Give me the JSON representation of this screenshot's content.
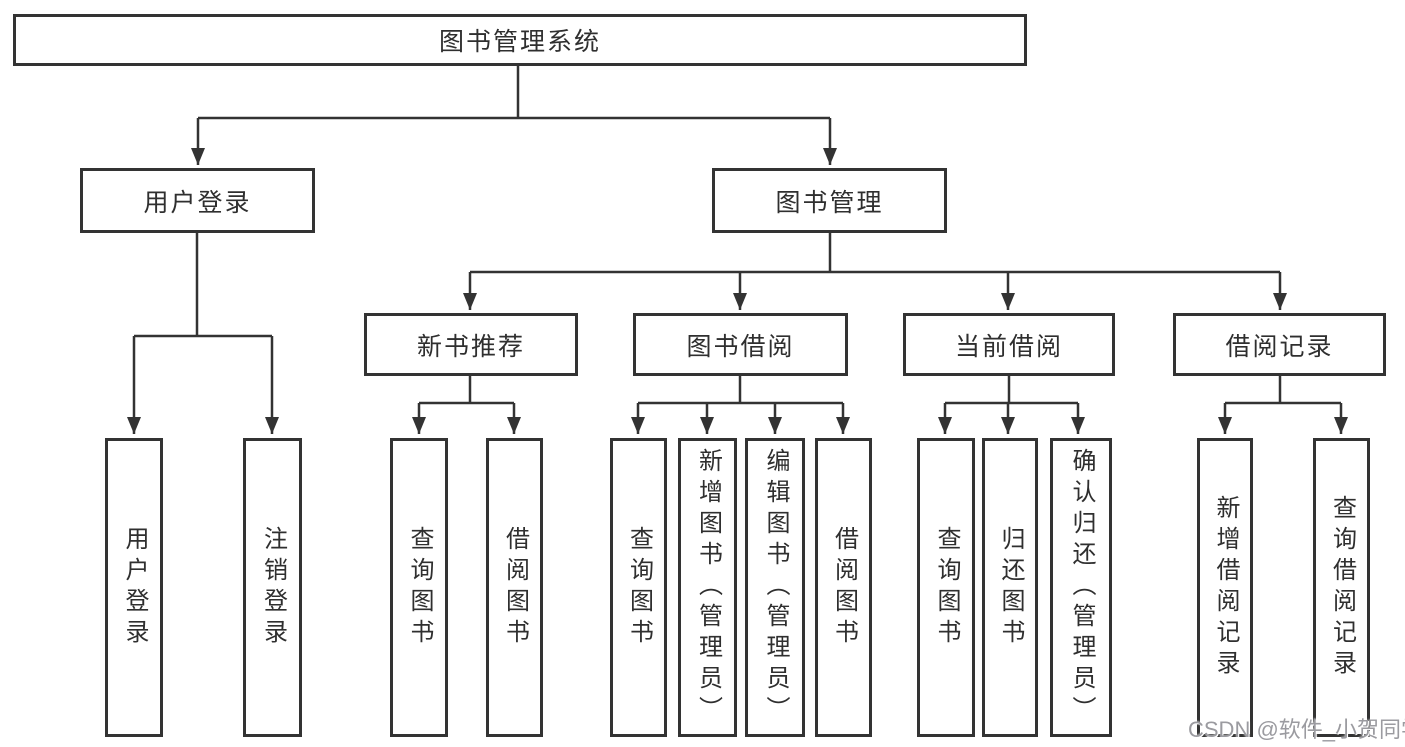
{
  "diagram_title": "图书管理系统",
  "nodes": {
    "root": "图书管理系统",
    "user_login": "用户登录",
    "book_management": "图书管理",
    "new_book_recommend": "新书推荐",
    "book_borrow": "图书借阅",
    "current_borrow": "当前借阅",
    "borrow_records": "借阅记录",
    "leaf_user_login": "用户登录",
    "leaf_logout": "注销登录",
    "leaf_query_book_a": "查询图书",
    "leaf_borrow_book_a": "借阅图书",
    "leaf_query_book_b": "查询图书",
    "leaf_add_book_admin": "新增图书（管理员）",
    "leaf_edit_book_admin": "编辑图书（管理员）",
    "leaf_borrow_book_b": "借阅图书",
    "leaf_query_book_c": "查询图书",
    "leaf_return_book": "归还图书",
    "leaf_confirm_return_admin": "确认归还（管理员）",
    "leaf_add_borrow_record": "新增借阅记录",
    "leaf_query_borrow_record": "查询借阅记录"
  },
  "hierarchy": {
    "图书管理系统": {
      "用户登录": [
        "用户登录",
        "注销登录"
      ],
      "图书管理": {
        "新书推荐": [
          "查询图书",
          "借阅图书"
        ],
        "图书借阅": [
          "查询图书",
          "新增图书（管理员）",
          "编辑图书（管理员）",
          "借阅图书"
        ],
        "当前借阅": [
          "查询图书",
          "归还图书",
          "确认归还（管理员）"
        ],
        "借阅记录": [
          "新增借阅记录",
          "查询借阅记录"
        ]
      }
    }
  },
  "watermark": "CSDN @软件_小贺同学",
  "colors": {
    "line": "#333333",
    "box_border": "#333333",
    "text": "#2f2f2f",
    "watermark": "#9b9ba0",
    "background": "#ffffff"
  }
}
